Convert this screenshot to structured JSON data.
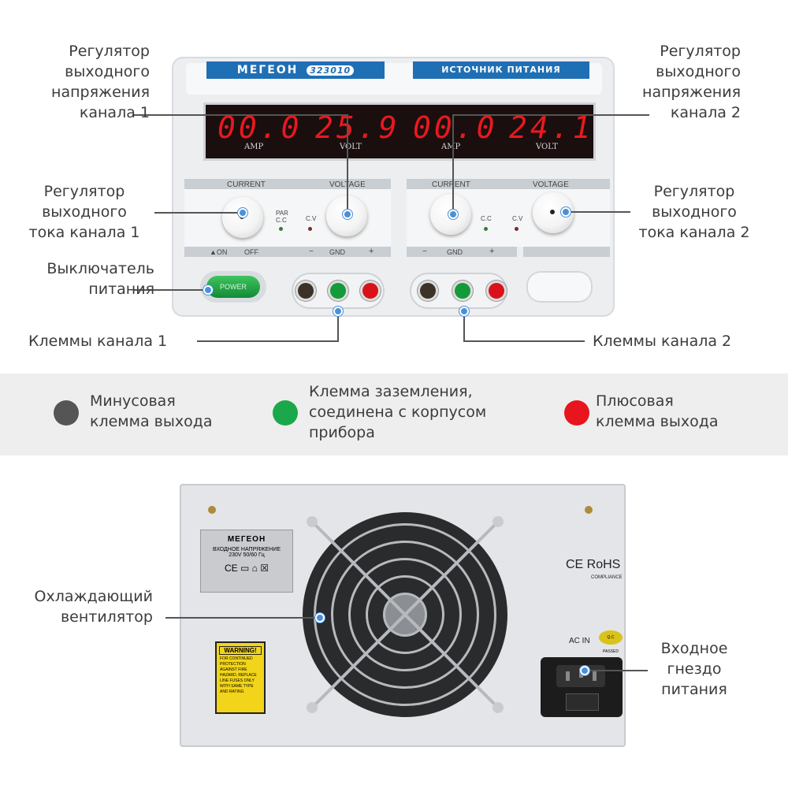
{
  "callouts": {
    "voltage_ch1": "Регулятор\nвыходного\nнапряжения\nканала 1",
    "voltage_ch2": "Регулятор\nвыходного\nнапряжения\nканала 2",
    "current_ch1": "Регулятор\nвыходного\nтока канала 1",
    "current_ch2": "Регулятор\nвыходного\nтока канала 2",
    "power_switch": "Выключатель\nпитания",
    "terminals_ch1": "Клеммы канала 1",
    "terminals_ch2": "Клеммы канала 2",
    "fan": "Охлаждающий\nвентилятор",
    "input_socket": "Входное\nгнездо\nпитания"
  },
  "legend": {
    "minus": {
      "text": "Минусовая\nклемма выхода",
      "color": "#555555"
    },
    "ground": {
      "text": "Клемма заземления,\nсоединена с корпусом\nприбора",
      "color": "#1aa84a"
    },
    "plus": {
      "text": "Плюсовая\nклемма выхода",
      "color": "#e8141e"
    }
  },
  "device": {
    "brand": "МЕГЕОН",
    "model": "323010",
    "name_label": "ИСТОЧНИК ПИТАНИЯ",
    "display": {
      "ch1_amp": "00.0",
      "ch1_volt": "25.9",
      "ch2_amp": "00.0",
      "ch2_volt": "24.1",
      "amp_label": "AMP",
      "volt_label": "VOLT"
    },
    "panel": {
      "current": "CURRENT",
      "voltage": "VOLTAGE",
      "par": "PAR",
      "cc": "C.C",
      "cv": "C.V",
      "on": "▲ON",
      "off": "OFF",
      "minus": "−",
      "gnd": "GND",
      "plus": "+",
      "power": "POWER"
    },
    "back": {
      "plate_brand": "МЕГЕОН",
      "plate_line1": "ВХОДНОЕ НАПРЯЖЕНИЕ",
      "plate_line2": "230V 50/60 Гц",
      "warning_title": "WARNING!",
      "warning_text": "FOR CONTINUED PROTECTION AGAINST FIRE HAZARD, REPLACE LINE FUSES ONLY WITH SAME TYPE AND RATING",
      "ce_rohs": "CE RoHS",
      "compliance": "COMPLIANCE",
      "ac_in": "AC IN",
      "qc": "Q.C PASSED"
    }
  }
}
